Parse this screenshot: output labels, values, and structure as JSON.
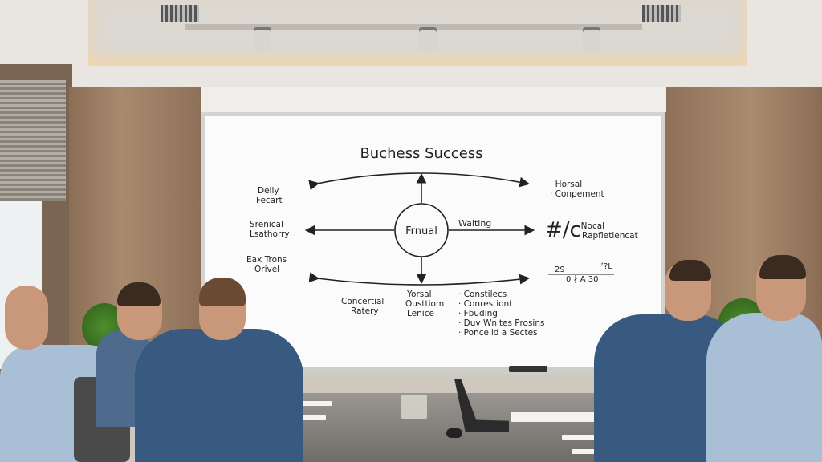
{
  "diagram": {
    "title": "Buchess Success",
    "center": "Frnual",
    "left": {
      "top_line1": "Delly",
      "top_line2": "Fecart",
      "mid_line1": "Srenical",
      "mid_line2": "Lsathorry",
      "bot_line1": "Eax Trons",
      "bot_line2": "Orivel"
    },
    "arrow_label_right": "Walting",
    "right": {
      "top_line1": "· Horsal",
      "top_line2": "· Conpement",
      "mid_symbol": "#/c",
      "mid_line1": "· Nocal",
      "mid_line2": "Rapfletiencat",
      "formula_top_left": "29",
      "formula_bottom": "0 ∤ A 30",
      "formula_top_right": "ᶠ?L"
    },
    "bottom": {
      "left_line1": "Concertial",
      "left_line2": "Ratery",
      "center_line1": "Yorsal",
      "center_line2": "Ousttiom",
      "center_line3": "Lenice",
      "right_list": [
        "· Constilecs",
        "· Conrestiont",
        "· Fbuding",
        "· Duv Wnites Prosins",
        "· Poncelid a Sectes"
      ]
    }
  },
  "colors": {
    "screen": "#fbfbfb",
    "wood": "#a88a6e",
    "table": "#8a8782",
    "ink": "#222222"
  }
}
